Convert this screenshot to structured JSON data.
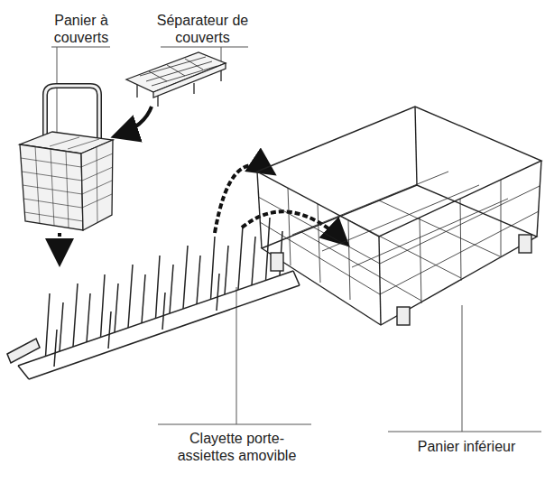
{
  "diagram": {
    "labels": [
      "Panier à couverts",
      "Séparateur de couverts",
      "Panier inférieur",
      "Clayette porte-assiettes amovible"
    ]
  }
}
